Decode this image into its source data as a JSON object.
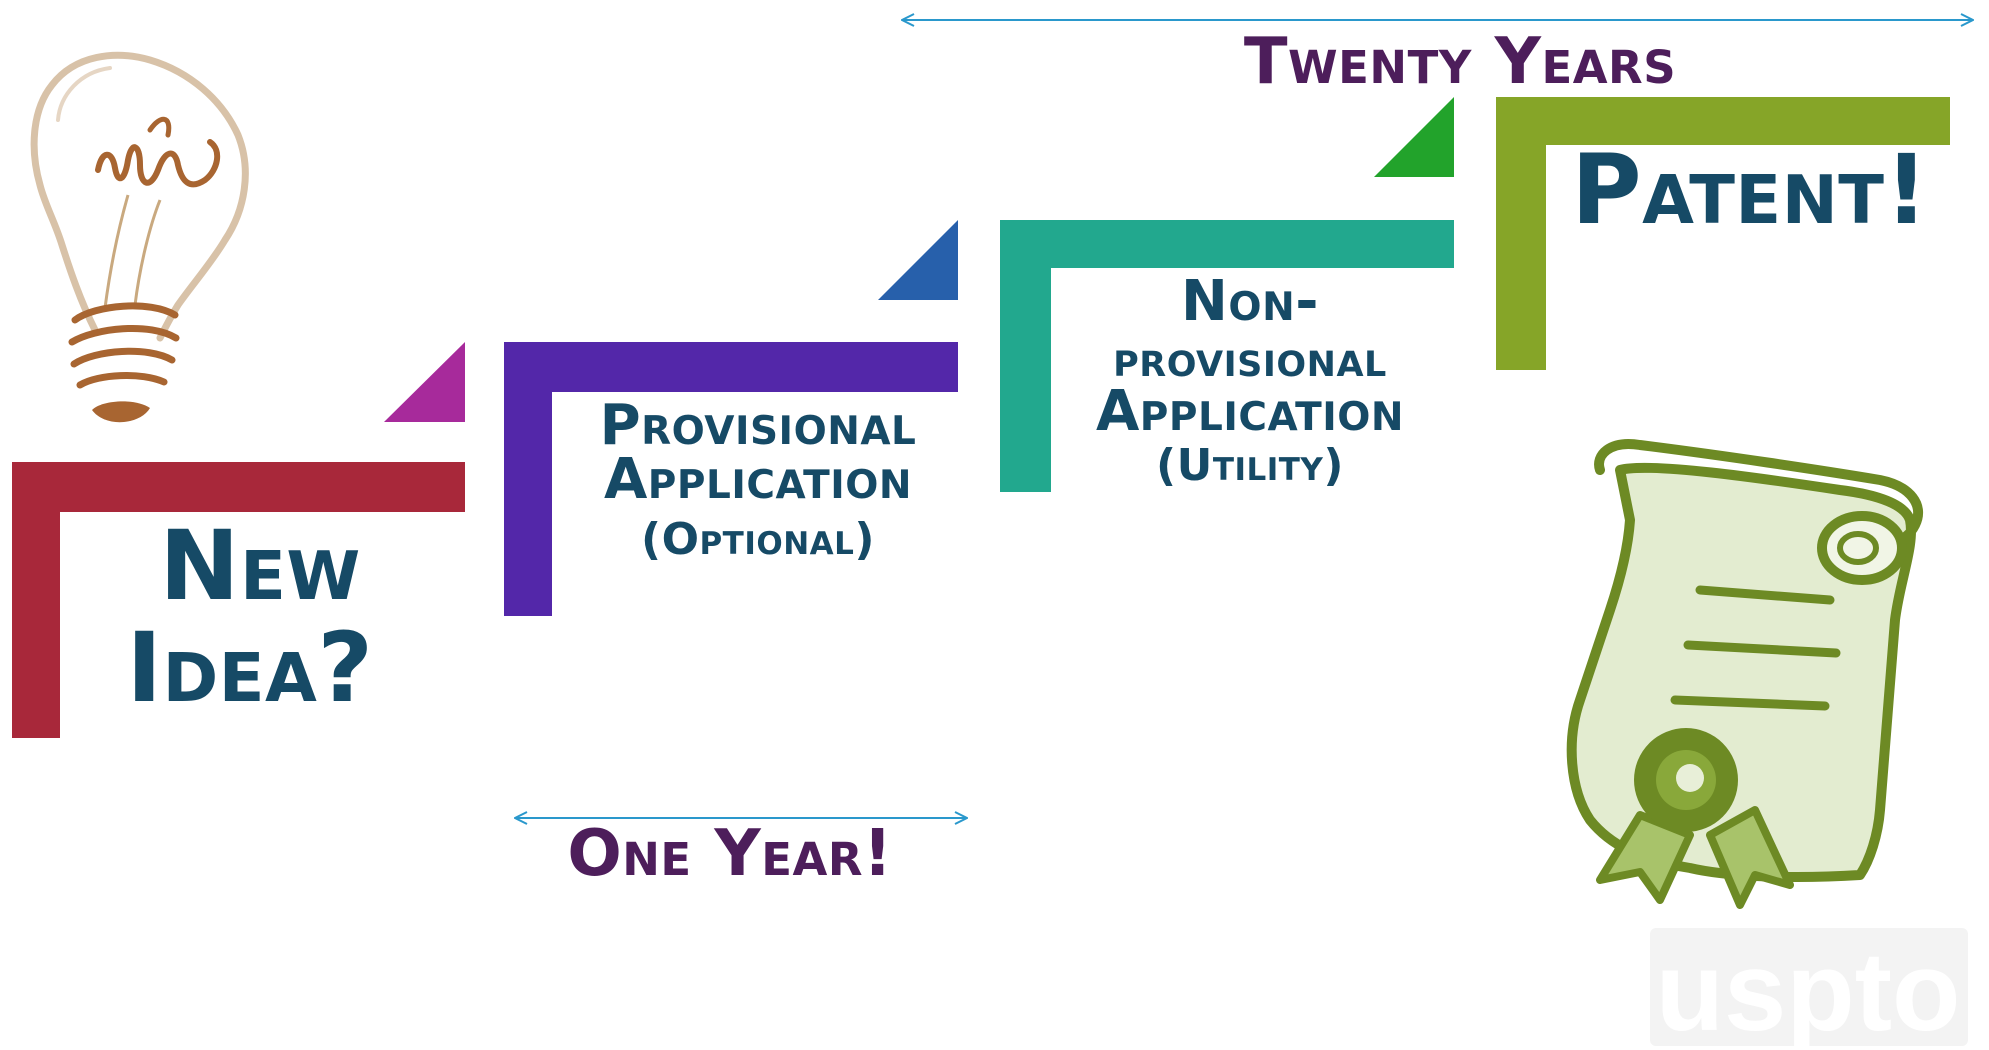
{
  "colors": {
    "step1": "#a8283a",
    "step2": "#5327a9",
    "step3": "#22a88e",
    "step4": "#86a528",
    "tri1": "#a72a9b",
    "tri2": "#2760ab",
    "tri3": "#22a32b",
    "label_text": "#164a66",
    "timeline_text": "#4d1e5b",
    "arrow": "#2a98cc"
  },
  "steps": {
    "new_idea": [
      "New",
      "Idea?"
    ],
    "provisional": [
      "Provisional",
      "Application",
      "(Optional)"
    ],
    "nonprovisional": [
      "Non-",
      "provisional",
      "Application",
      "(Utility)"
    ],
    "patent": [
      "Patent!"
    ]
  },
  "timeline": {
    "one_year": "One Year!",
    "twenty_years": "Twenty Years"
  },
  "icons": {
    "lightbulb": "lightbulb-icon",
    "scroll": "patent-scroll-icon",
    "logo": "uspto-logo"
  },
  "logo_text": "uspto"
}
